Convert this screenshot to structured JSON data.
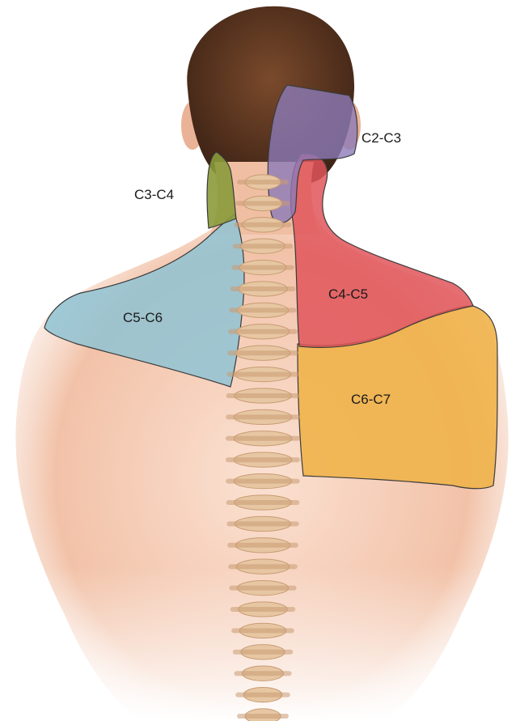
{
  "regions": [
    {
      "id": "c2-c3",
      "label": "C2-C3",
      "color": "#8c7ab8"
    },
    {
      "id": "c3-c4",
      "label": "C3-C4",
      "color": "#8a9a3a"
    },
    {
      "id": "c4-c5",
      "label": "C4-C5",
      "color": "#e0555a"
    },
    {
      "id": "c5-c6",
      "label": "C5-C6",
      "color": "#8fc3d3"
    },
    {
      "id": "c6-c7",
      "label": "C6-C7",
      "color": "#efb24a"
    }
  ],
  "palette": {
    "skin": "#f6cdb7",
    "skin_shadow": "#e8a98c",
    "hair": "#5b3420",
    "spine": "#e7c7a3",
    "spine_shadow": "#c89b73"
  }
}
